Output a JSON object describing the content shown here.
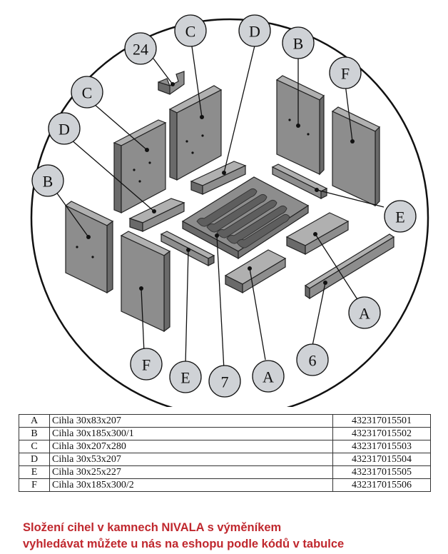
{
  "callouts": {
    "c24": "24",
    "c_top1": "C",
    "d_top": "D",
    "b_top": "B",
    "f_top": "F",
    "c_left": "C",
    "d_left": "D",
    "b_left": "B",
    "e_right": "E",
    "a_right": "A",
    "six": "6",
    "f_bottom": "F",
    "e_bottom": "E",
    "seven": "7",
    "a_bottom": "A"
  },
  "table": {
    "rows": [
      {
        "code": "A",
        "description": "Cihla 30x83x207",
        "number": "432317015501"
      },
      {
        "code": "B",
        "description": "Cihla 30x185x300/1",
        "number": "432317015502"
      },
      {
        "code": "C",
        "description": "Cihla 30x207x280",
        "number": "432317015503"
      },
      {
        "code": "D",
        "description": "Cihla 30x53x207",
        "number": "432317015504"
      },
      {
        "code": "E",
        "description": "Cihla 30x25x227",
        "number": "432317015505"
      },
      {
        "code": "F",
        "description": "Cihla 30x185x300/2",
        "number": "432317015506"
      }
    ]
  },
  "caption": {
    "line1": "Složení cihel v kamnech NIVALA s výměníkem",
    "line2": "vyhledávat můžete u nás na eshopu podle kódů v tabulce"
  },
  "colors": {
    "brick_face": "#8d8d8d",
    "brick_side": "#6a6a6a",
    "brick_top": "#b0b0b0",
    "callout_fill": "#cfd2d6",
    "caption": "#c0282e"
  }
}
